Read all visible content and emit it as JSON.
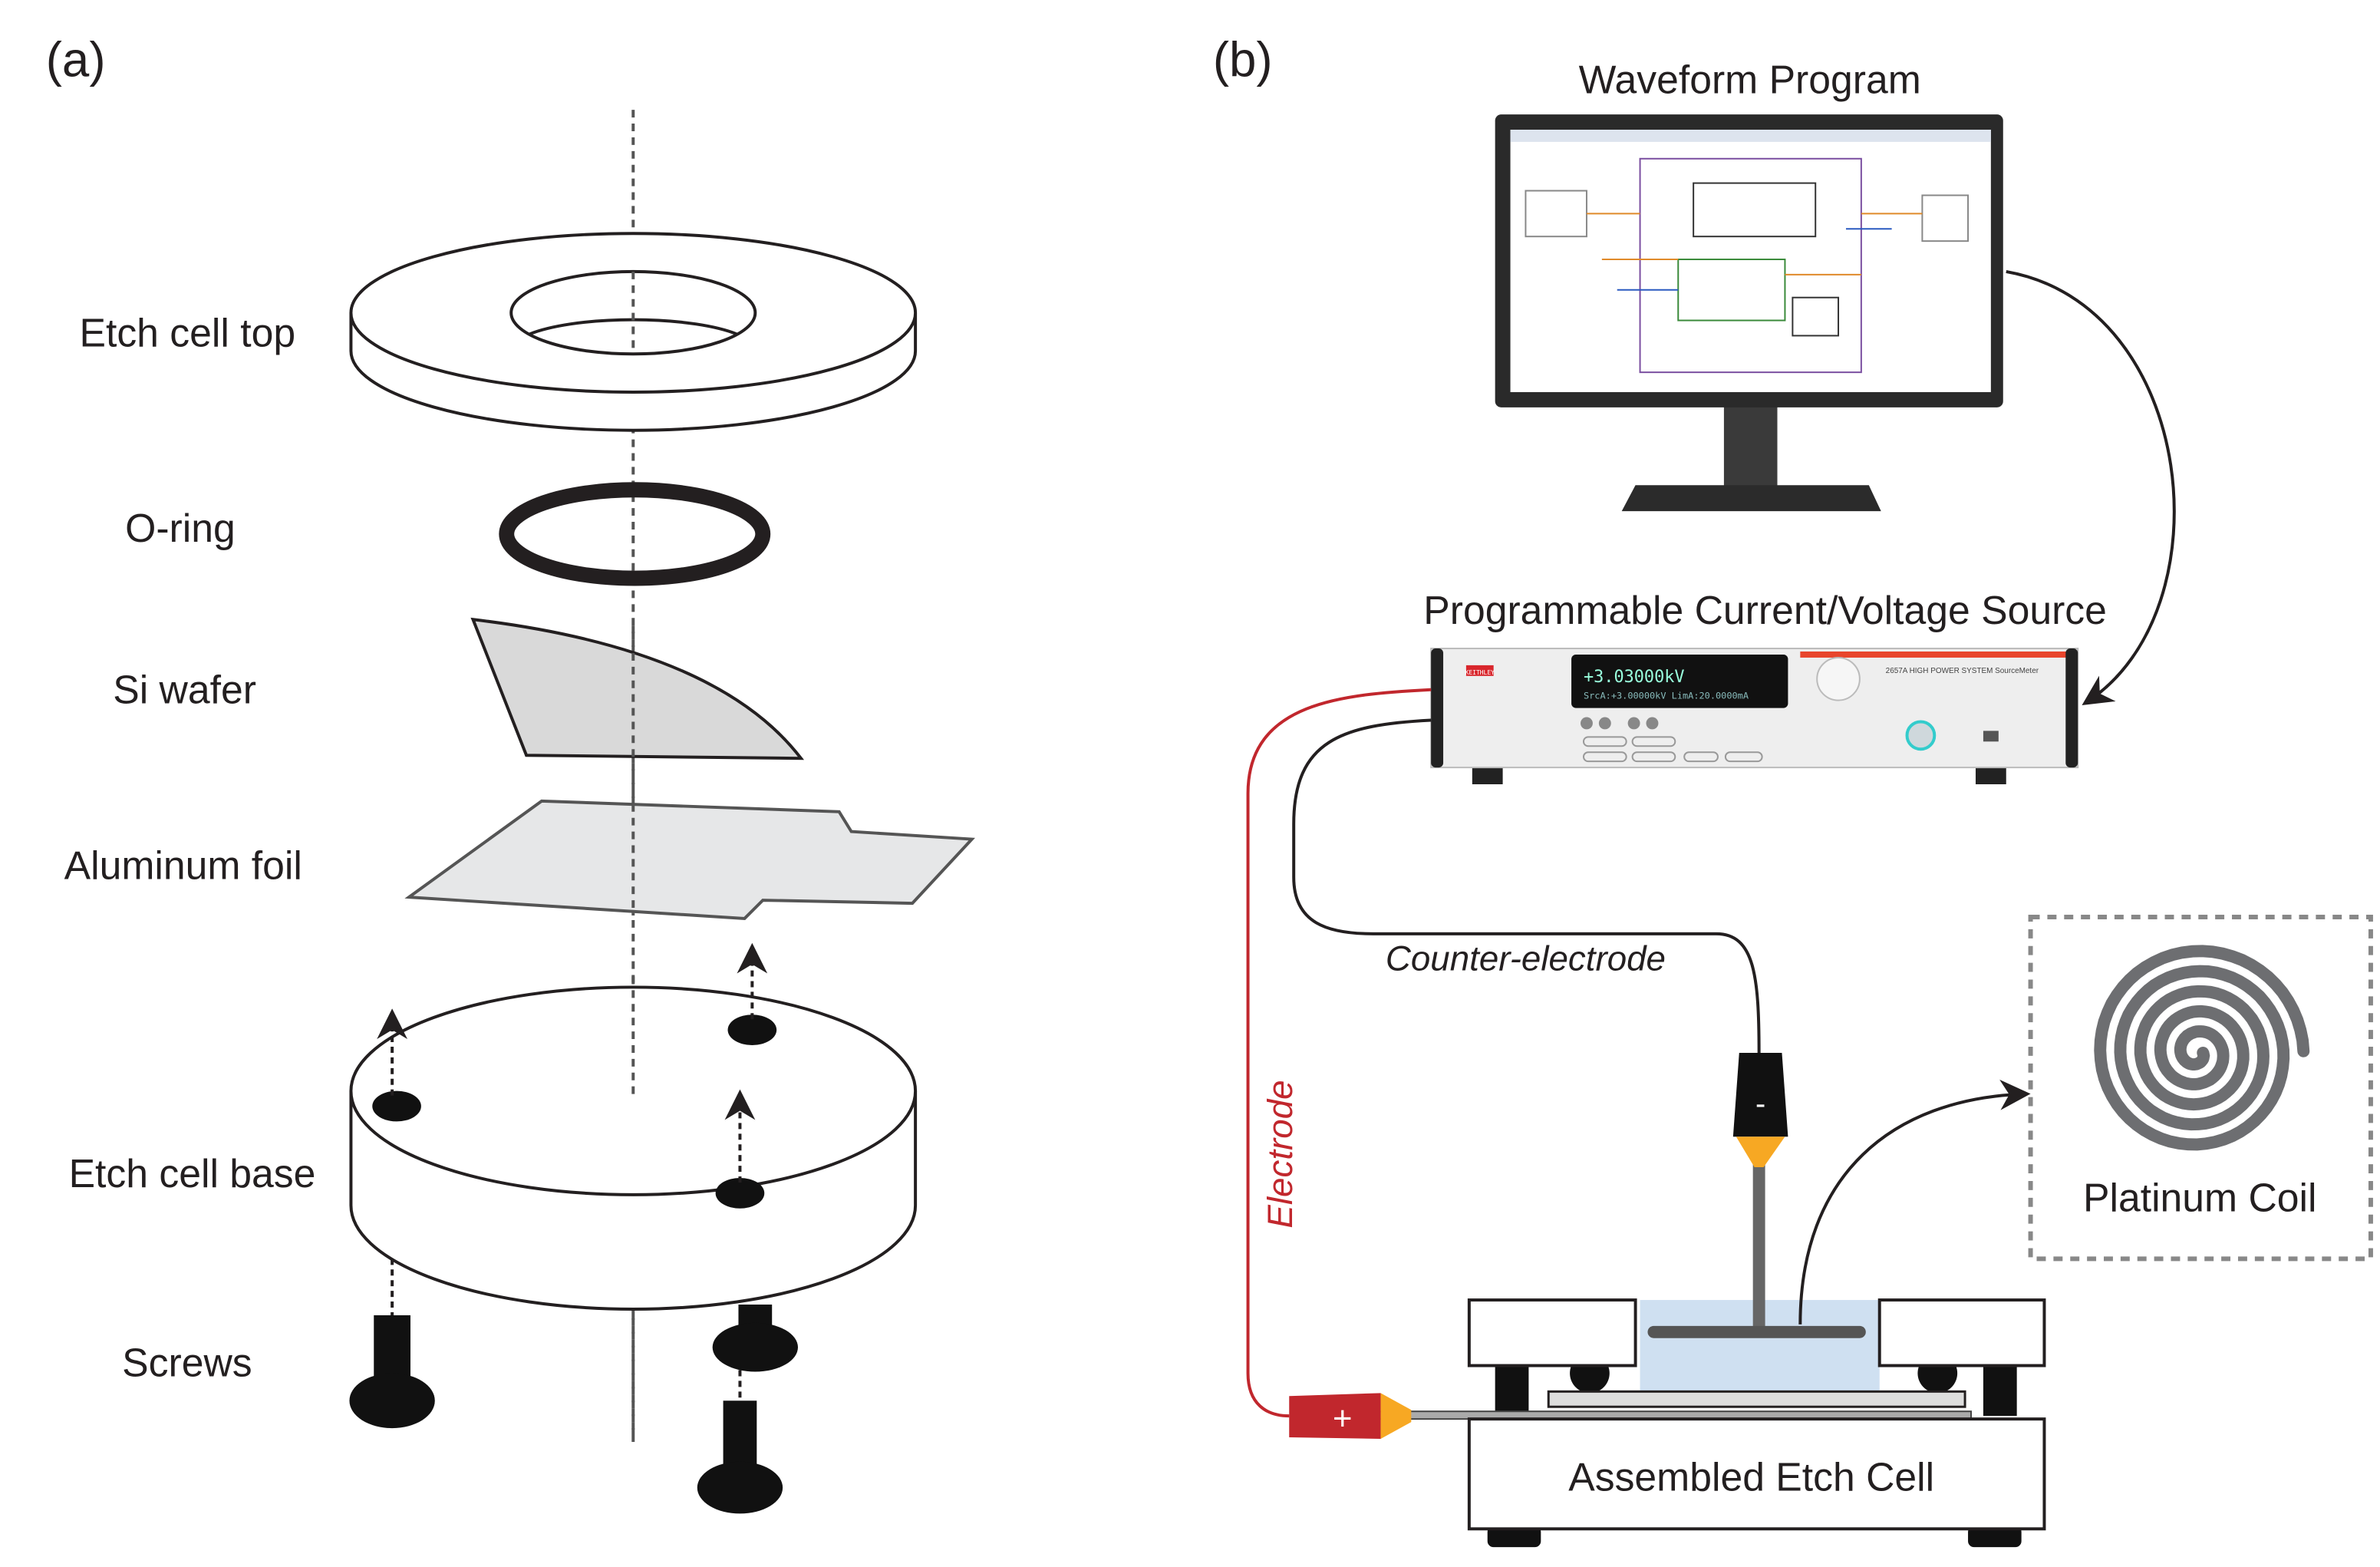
{
  "panel_a": {
    "label": "(a)",
    "parts": {
      "etch_cell_top": "Etch cell top",
      "o_ring": "O-ring",
      "si_wafer": "Si wafer",
      "aluminum_foil": "Aluminum foil",
      "etch_cell_base": "Etch cell base",
      "screws": "Screws"
    }
  },
  "panel_b": {
    "label": "(b)",
    "waveform_program": "Waveform Program",
    "source_title": "Programmable Current/Voltage Source",
    "instrument": {
      "brand": "KEITHLEY",
      "model": "2657A HIGH POWER SYSTEM SourceMeter",
      "display_line1": "+3.03000kV",
      "display_line2": "SrcA:+3.00000kV  LimA:20.0000mA"
    },
    "counter_electrode": "Counter-electrode",
    "electrode": "Electrode",
    "platinum_coil": "Platinum Coil",
    "assembled_etch_cell": "Assembled Etch Cell",
    "plus": "+",
    "minus": "-"
  },
  "colors": {
    "electrode_wire": "#c1272d",
    "clip_tip": "#f7a823",
    "liquid": "#cfe0f1",
    "wafer": "#d9d9d9",
    "foil": "#e6e7e8"
  }
}
